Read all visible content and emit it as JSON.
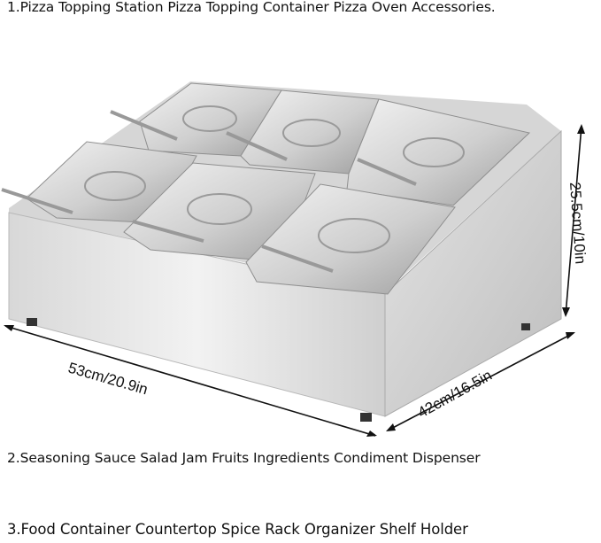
{
  "captions": {
    "line1": "1.Pizza Topping Station Pizza Topping Container Pizza Oven Accessories.",
    "line2": "2.Seasoning Sauce Salad Jam Fruits Ingredients Condiment Dispenser",
    "line3": "3.Food Container Countertop Spice Rack Organizer Shelf Holder"
  },
  "dimensions": {
    "width": "53cm/20.9in",
    "depth": "42cm/16.5in",
    "height": "25.5cm/10in"
  },
  "colors": {
    "steel_light": "#e6e6e6",
    "steel_mid": "#c9c9c9",
    "steel_dark": "#9a9a9a",
    "arrow": "#111111"
  }
}
